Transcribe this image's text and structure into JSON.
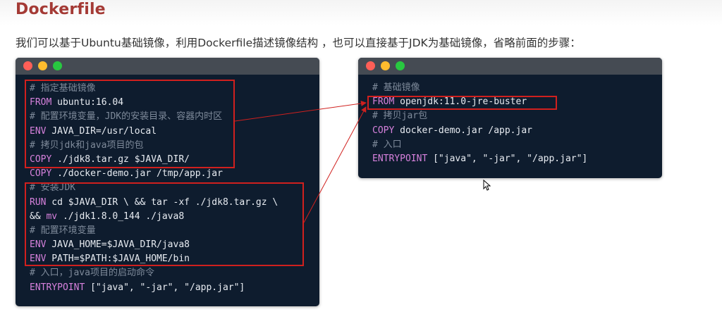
{
  "page": {
    "title": "Dockerfile",
    "subtitle": "我们可以基于Ubuntu基础镜像，利用Dockerfile描述镜像结构 ，也可以直接基于JDK为基础镜像，省略前面的步骤："
  },
  "left_window": {
    "lines": [
      {
        "parts": [
          {
            "t": "# 指定基础镜像",
            "c": "cm"
          }
        ]
      },
      {
        "parts": [
          {
            "t": "FROM",
            "c": "kw"
          },
          {
            "t": " ubuntu:16.04",
            "c": "tx"
          }
        ]
      },
      {
        "parts": [
          {
            "t": "# 配置环境变量，JDK的安装目录、容器内时区",
            "c": "cm"
          }
        ]
      },
      {
        "parts": [
          {
            "t": "ENV",
            "c": "kw"
          },
          {
            "t": " JAVA_DIR=/usr/local",
            "c": "tx"
          }
        ]
      },
      {
        "parts": [
          {
            "t": "# 拷贝jdk和java项目的包",
            "c": "cm"
          }
        ]
      },
      {
        "parts": [
          {
            "t": "COPY",
            "c": "kw"
          },
          {
            "t": " ./jdk8.tar.gz $JAVA_DIR/",
            "c": "tx"
          }
        ]
      },
      {
        "parts": [
          {
            "t": "COPY",
            "c": "kw"
          },
          {
            "t": " ./docker-demo.jar /tmp/app.jar",
            "c": "tx"
          }
        ]
      },
      {
        "parts": [
          {
            "t": "# 安装JDK",
            "c": "cm"
          }
        ]
      },
      {
        "parts": [
          {
            "t": "RUN",
            "c": "kw"
          },
          {
            "t": " cd $JAVA_DIR \\ && tar -xf ./jdk8.tar.gz \\",
            "c": "tx"
          }
        ]
      },
      {
        "parts": [
          {
            "t": "&& ",
            "c": "tx"
          },
          {
            "t": "mv",
            "c": "kw"
          },
          {
            "t": " ./jdk1.8.0_144 ./java8",
            "c": "tx"
          }
        ]
      },
      {
        "parts": [
          {
            "t": "# 配置环境变量",
            "c": "cm"
          }
        ]
      },
      {
        "parts": [
          {
            "t": "ENV",
            "c": "kw"
          },
          {
            "t": " JAVA_HOME=$JAVA_DIR/java8",
            "c": "tx"
          }
        ]
      },
      {
        "parts": [
          {
            "t": "ENV",
            "c": "kw"
          },
          {
            "t": " PATH=$PATH:$JAVA_HOME/bin",
            "c": "tx"
          }
        ]
      },
      {
        "parts": [
          {
            "t": "# 入口，java项目的启动命令",
            "c": "cm"
          }
        ]
      },
      {
        "parts": [
          {
            "t": "ENTRYPOINT",
            "c": "kw"
          },
          {
            "t": " [\"java\", \"-jar\", \"/app.jar\"]",
            "c": "tx"
          }
        ]
      }
    ]
  },
  "right_window": {
    "lines": [
      {
        "parts": [
          {
            "t": "# 基础镜像",
            "c": "cm"
          }
        ]
      },
      {
        "parts": [
          {
            "t": "FROM",
            "c": "kw"
          },
          {
            "t": " openjdk:11.0-jre-buster",
            "c": "tx"
          }
        ]
      },
      {
        "parts": [
          {
            "t": "# 拷贝jar包",
            "c": "cm"
          }
        ]
      },
      {
        "parts": [
          {
            "t": "COPY",
            "c": "kw"
          },
          {
            "t": " docker-demo.jar /app.jar",
            "c": "tx"
          }
        ]
      },
      {
        "parts": [
          {
            "t": "# 入口",
            "c": "cm"
          }
        ]
      },
      {
        "parts": [
          {
            "t": "ENTRYPOINT",
            "c": "kw"
          },
          {
            "t": " [\"java\", \"-jar\", \"/app.jar\"]",
            "c": "tx"
          }
        ]
      }
    ]
  },
  "colors": {
    "title": "#a43a35",
    "code_background": "#0e1c2e",
    "titlebar": "#454b53",
    "keyword": "#d681dc",
    "comment": "#7e8a9a",
    "code_text": "#e8ecf2",
    "highlight_box": "#d0201e"
  },
  "icons": [
    "close-dot-icon",
    "minimize-dot-icon",
    "maximize-dot-icon",
    "mouse-cursor-icon",
    "arrow-line-icon"
  ]
}
